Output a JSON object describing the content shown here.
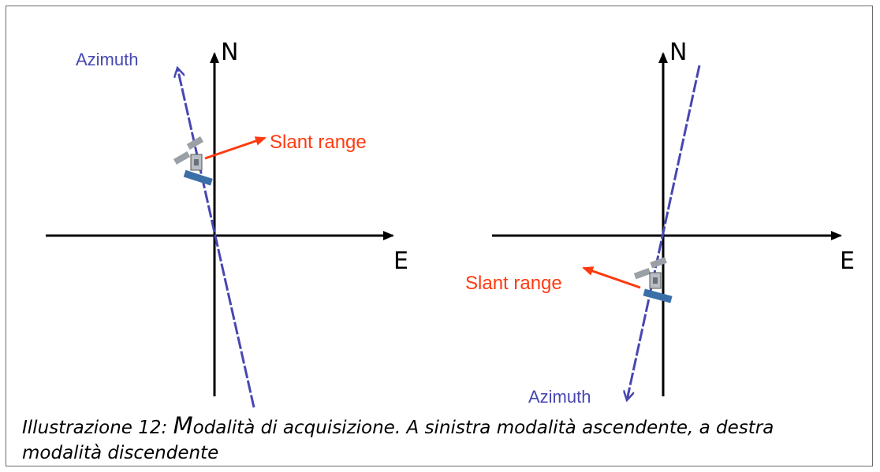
{
  "left_panel": {
    "azimuth_label": "Azimuth",
    "north_label": "N",
    "east_label": "E",
    "slant_label": "Slant range"
  },
  "right_panel": {
    "azimuth_label": "Azimuth",
    "north_label": "N",
    "east_label": "E",
    "slant_label": "Slant range"
  },
  "caption": {
    "prefix": "Illustrazione 12: ",
    "initial": "M",
    "rest": "odalità di acquisizione. A sinistra modalità ascendente, a destra modalità discendente"
  },
  "colors": {
    "axis": "#000000",
    "azimuth": "#4747b2",
    "slant": "#ff3a10"
  }
}
